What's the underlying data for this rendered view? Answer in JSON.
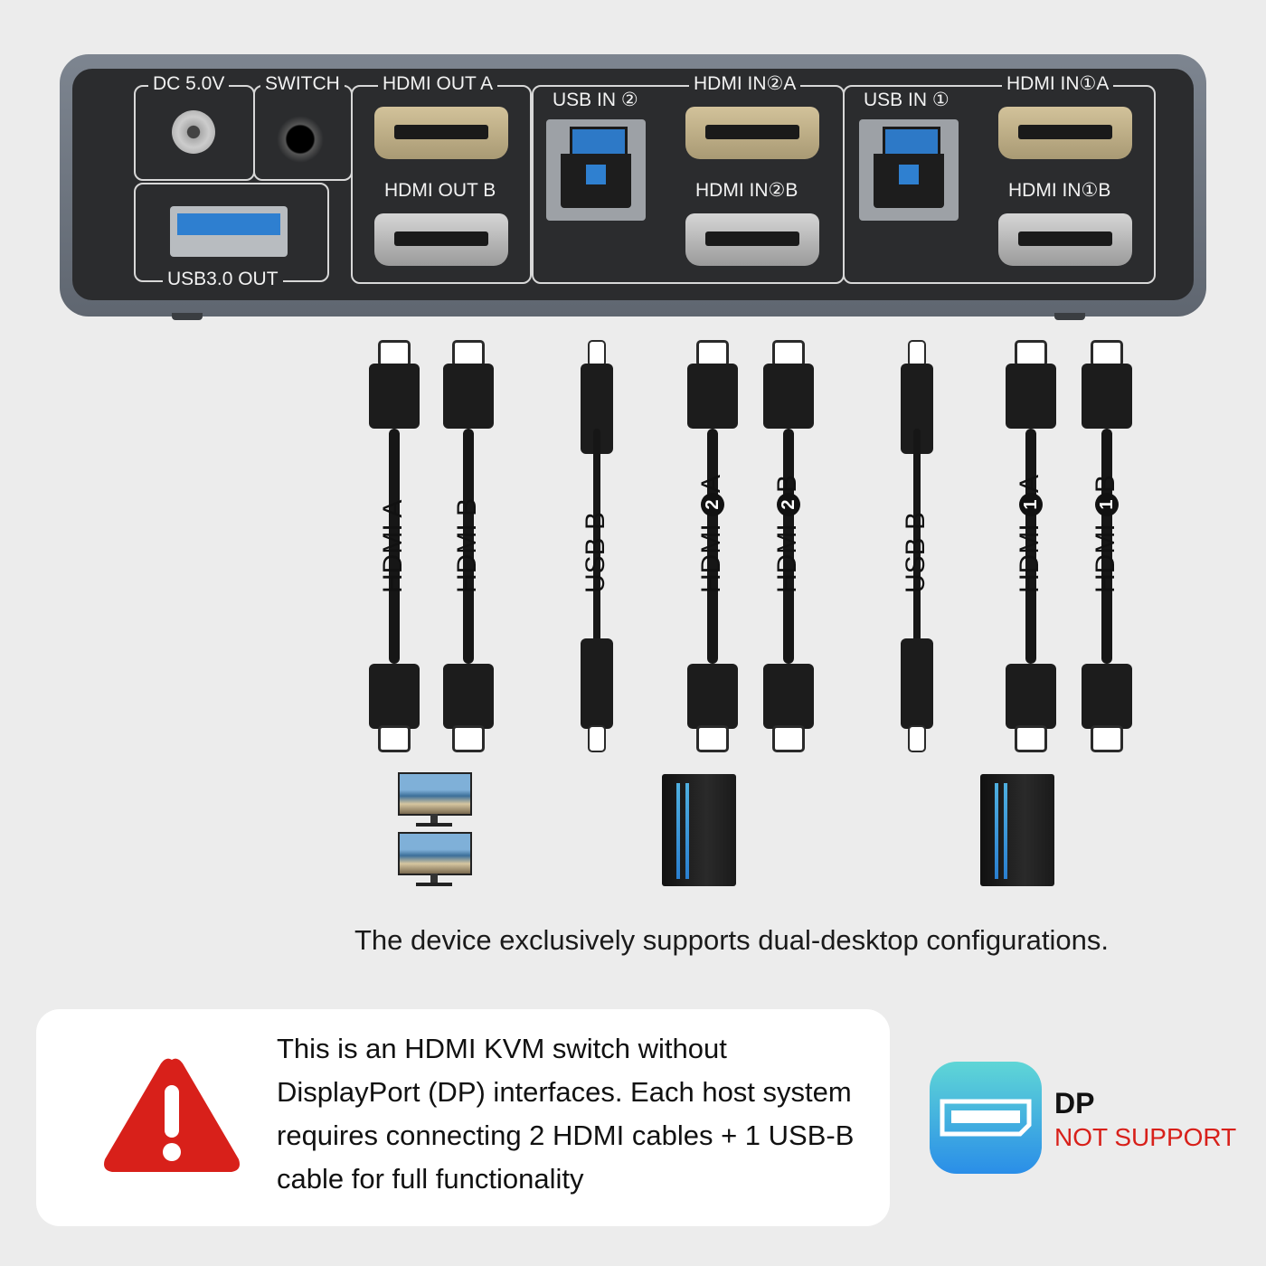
{
  "device": {
    "labels": {
      "dc": "DC 5.0V",
      "switch": "SWITCH",
      "hdmi_out_a": "HDMI OUT A",
      "hdmi_out_b": "HDMI OUT B",
      "usb_out": "USB3.0 OUT",
      "usb_in_2": "USB IN ②",
      "hdmi_in_2a": "HDMI IN②A",
      "hdmi_in_2b": "HDMI IN②B",
      "usb_in_1": "USB IN ①",
      "hdmi_in_1a": "HDMI IN①A",
      "hdmi_in_1b": "HDMI IN①B"
    }
  },
  "cables": [
    {
      "label": "HDMI A",
      "prefix": "HDMI ",
      "num": "",
      "suffix": "A",
      "type": "hdmi"
    },
    {
      "label": "HDMI B",
      "prefix": "HDMI ",
      "num": "",
      "suffix": "B",
      "type": "hdmi"
    },
    {
      "label": "USB B",
      "prefix": "USB B",
      "num": "",
      "suffix": "",
      "type": "usb"
    },
    {
      "label": "HDMI 2A",
      "prefix": "HDMI ",
      "num": "2",
      "suffix": "A",
      "type": "hdmi"
    },
    {
      "label": "HDMI 2B",
      "prefix": "HDMI ",
      "num": "2",
      "suffix": "B",
      "type": "hdmi"
    },
    {
      "label": "USB B",
      "prefix": "USB B",
      "num": "",
      "suffix": "",
      "type": "usb"
    },
    {
      "label": "HDMI 1A",
      "prefix": "HDMI ",
      "num": "1",
      "suffix": "A",
      "type": "hdmi"
    },
    {
      "label": "HDMI 1B",
      "prefix": "HDMI ",
      "num": "1",
      "suffix": "B",
      "type": "hdmi"
    }
  ],
  "note": "The device exclusively supports dual-desktop configurations.",
  "warning": {
    "text": "This is an HDMI KVM switch without DisplayPort (DP) interfaces. Each host system requires connecting 2 HDMI cables + 1 USB-B cable for full functionality",
    "icon": "warning-triangle-icon",
    "color": "#d8201a"
  },
  "dp": {
    "title": "DP",
    "subtitle": "NOT SUPPORT",
    "icon": "displayport-icon"
  }
}
